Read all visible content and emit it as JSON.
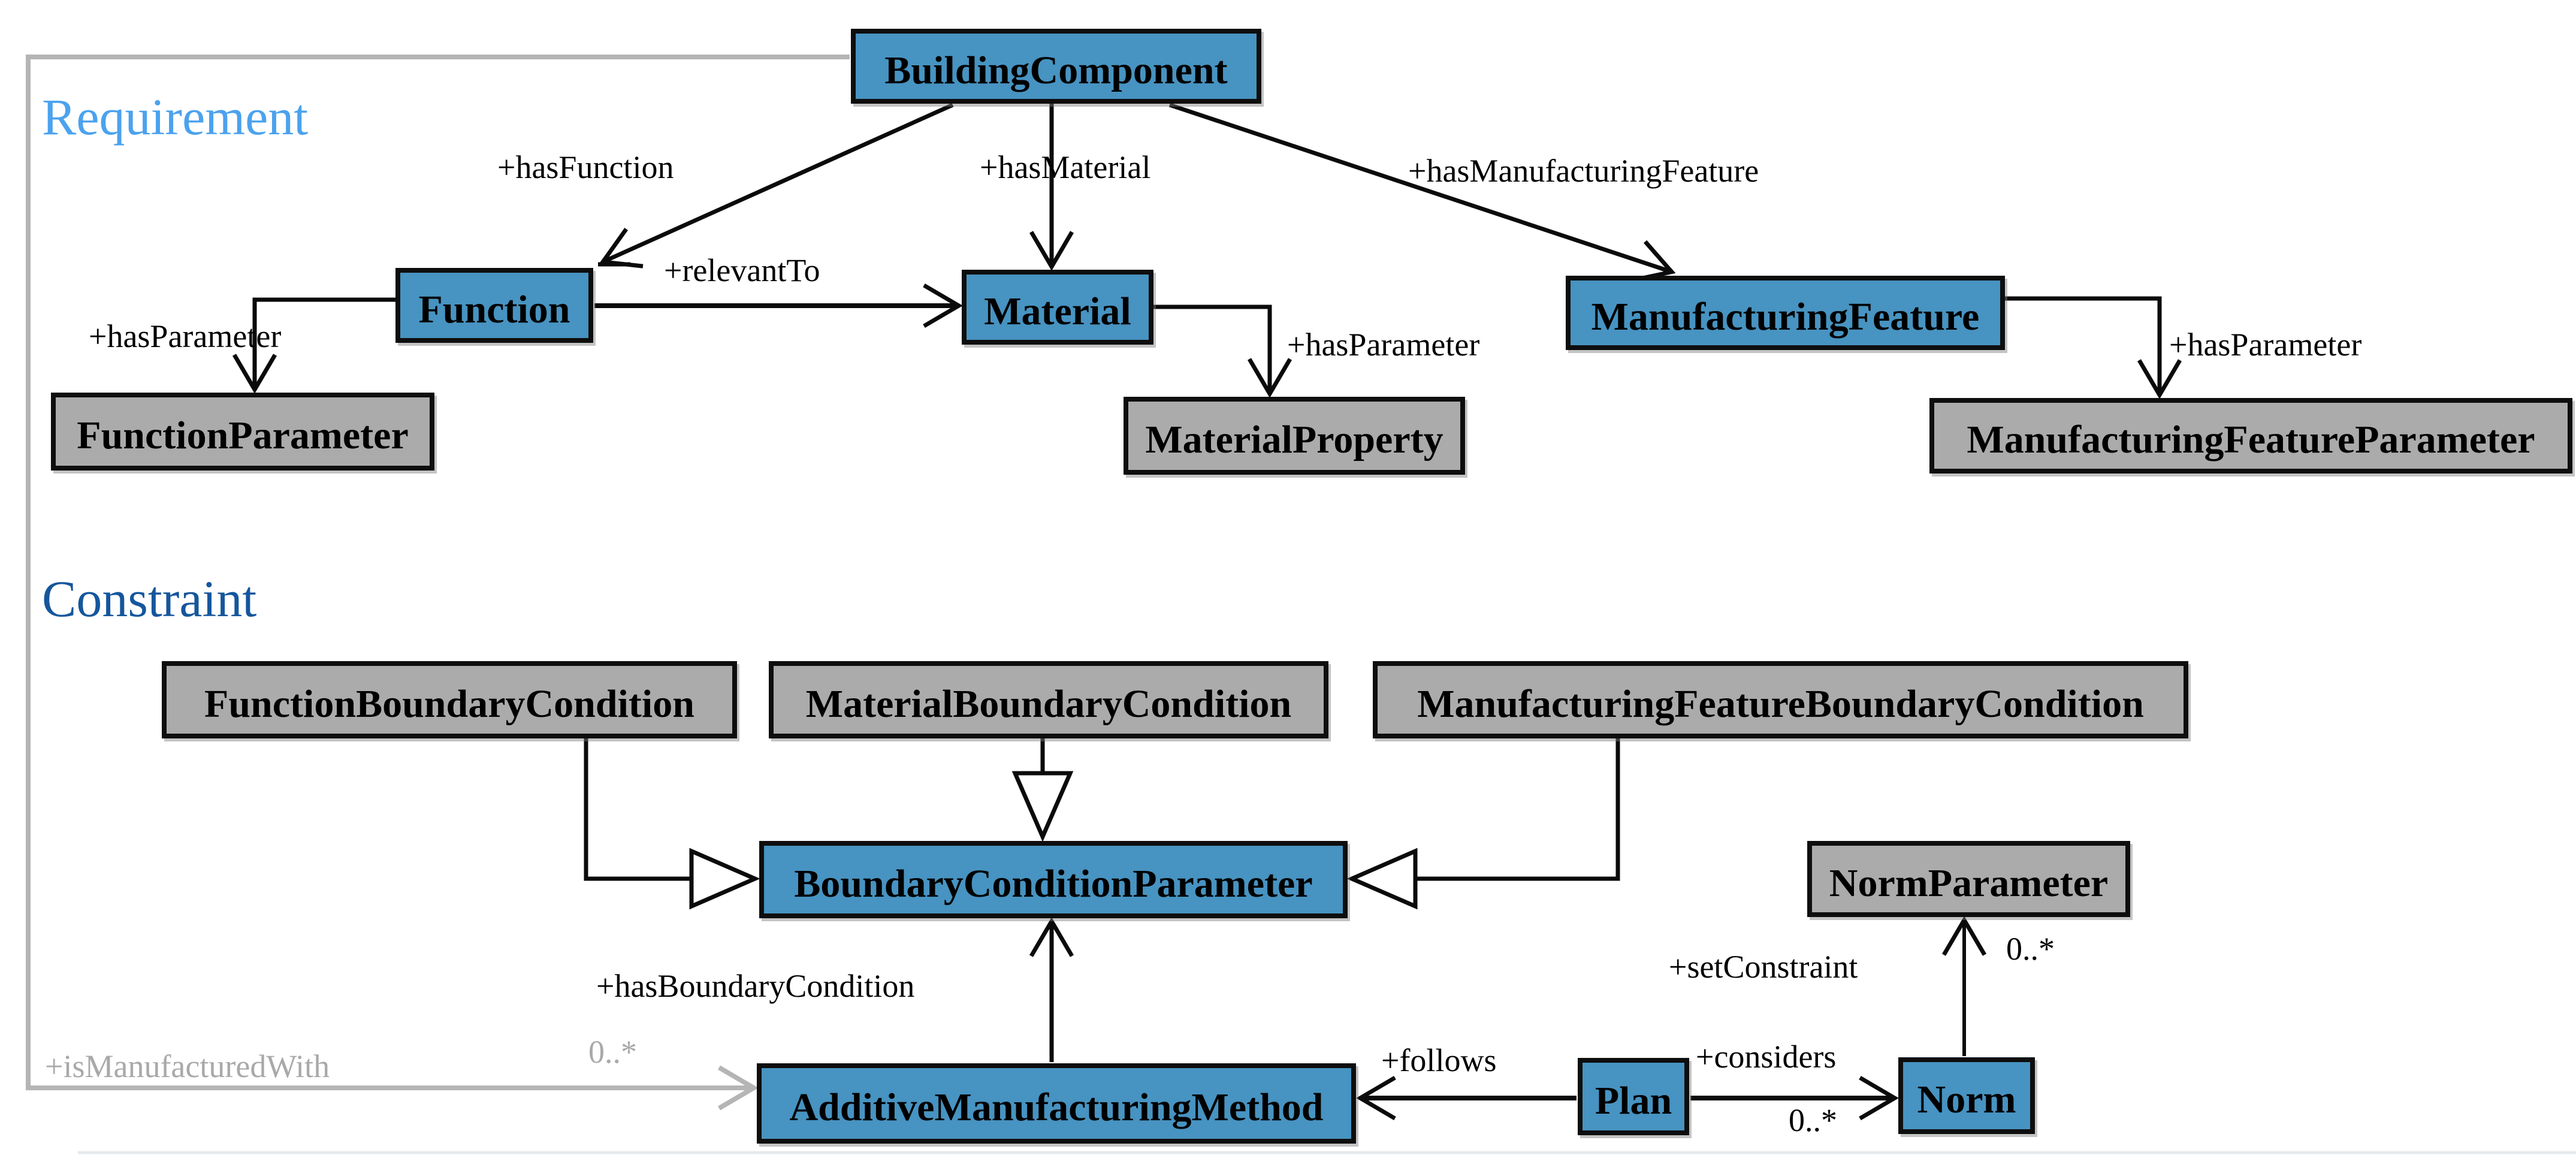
{
  "sections": {
    "requirement": {
      "label": "Requirement"
    },
    "constraint": {
      "label": "Constraint"
    }
  },
  "nodes": {
    "building_component": {
      "label": "BuildingComponent"
    },
    "function": {
      "label": "Function"
    },
    "material": {
      "label": "Material"
    },
    "manufacturing_feature": {
      "label": "ManufacturingFeature"
    },
    "function_parameter": {
      "label": "FunctionParameter"
    },
    "material_property": {
      "label": "MaterialProperty"
    },
    "manufacturing_feature_parameter": {
      "label": "ManufacturingFeatureParameter"
    },
    "function_boundary_condition": {
      "label": "FunctionBoundaryCondition"
    },
    "material_boundary_condition": {
      "label": "MaterialBoundaryCondition"
    },
    "manufacturing_feature_boundary_condition": {
      "label": "ManufacturingFeatureBoundaryCondition"
    },
    "boundary_condition_parameter": {
      "label": "BoundaryConditionParameter"
    },
    "norm_parameter": {
      "label": "NormParameter"
    },
    "additive_manufacturing_method": {
      "label": "AdditiveManufacturingMethod"
    },
    "plan": {
      "label": "Plan"
    },
    "norm": {
      "label": "Norm"
    }
  },
  "edge_labels": {
    "has_function": {
      "label": "+hasFunction"
    },
    "has_material": {
      "label": "+hasMaterial"
    },
    "has_manufacturing_feature": {
      "label": "+hasManufacturingFeature"
    },
    "relevant_to": {
      "label": "+relevantTo"
    },
    "has_parameter_function": {
      "label": "+hasParameter"
    },
    "has_parameter_material": {
      "label": "+hasParameter"
    },
    "has_parameter_mf": {
      "label": "+hasParameter"
    },
    "has_boundary_condition": {
      "label": "+hasBoundaryCondition"
    },
    "follows": {
      "label": "+follows"
    },
    "considers": {
      "label": "+considers",
      "multiplicity": "0..*"
    },
    "set_constraint": {
      "label": "+setConstraint",
      "multiplicity": "0..*"
    },
    "is_manufactured_with": {
      "label": "+isManufacturedWith",
      "multiplicity": "0..*"
    }
  },
  "relationships": [
    {
      "from": "BuildingComponent",
      "to": "Function",
      "type": "association",
      "label": "+hasFunction"
    },
    {
      "from": "BuildingComponent",
      "to": "Material",
      "type": "association",
      "label": "+hasMaterial"
    },
    {
      "from": "BuildingComponent",
      "to": "ManufacturingFeature",
      "type": "association",
      "label": "+hasManufacturingFeature"
    },
    {
      "from": "Function",
      "to": "Material",
      "type": "association",
      "label": "+relevantTo"
    },
    {
      "from": "Function",
      "to": "FunctionParameter",
      "type": "association",
      "label": "+hasParameter"
    },
    {
      "from": "Material",
      "to": "MaterialProperty",
      "type": "association",
      "label": "+hasParameter"
    },
    {
      "from": "ManufacturingFeature",
      "to": "ManufacturingFeatureParameter",
      "type": "association",
      "label": "+hasParameter"
    },
    {
      "from": "FunctionBoundaryCondition",
      "to": "BoundaryConditionParameter",
      "type": "generalization",
      "label": ""
    },
    {
      "from": "MaterialBoundaryCondition",
      "to": "BoundaryConditionParameter",
      "type": "generalization",
      "label": ""
    },
    {
      "from": "ManufacturingFeatureBoundaryCondition",
      "to": "BoundaryConditionParameter",
      "type": "generalization",
      "label": ""
    },
    {
      "from": "AdditiveManufacturingMethod",
      "to": "BoundaryConditionParameter",
      "type": "association",
      "label": "+hasBoundaryCondition"
    },
    {
      "from": "Plan",
      "to": "AdditiveManufacturingMethod",
      "type": "association",
      "label": "+follows"
    },
    {
      "from": "Plan",
      "to": "Norm",
      "type": "association",
      "label": "+considers",
      "multiplicity": "0..*"
    },
    {
      "from": "Norm",
      "to": "NormParameter",
      "type": "association",
      "label": "+setConstraint",
      "multiplicity": "0..*"
    },
    {
      "from": "BuildingComponent",
      "to": "AdditiveManufacturingMethod",
      "type": "association",
      "label": "+isManufacturedWith",
      "multiplicity": "0..*"
    }
  ],
  "colors": {
    "class_blue": "#4793c1",
    "class_gray": "#ababab",
    "requirement_heading": "#4ba2ee",
    "constraint_heading": "#15569c",
    "gray_edge": "#b5b5b5"
  }
}
